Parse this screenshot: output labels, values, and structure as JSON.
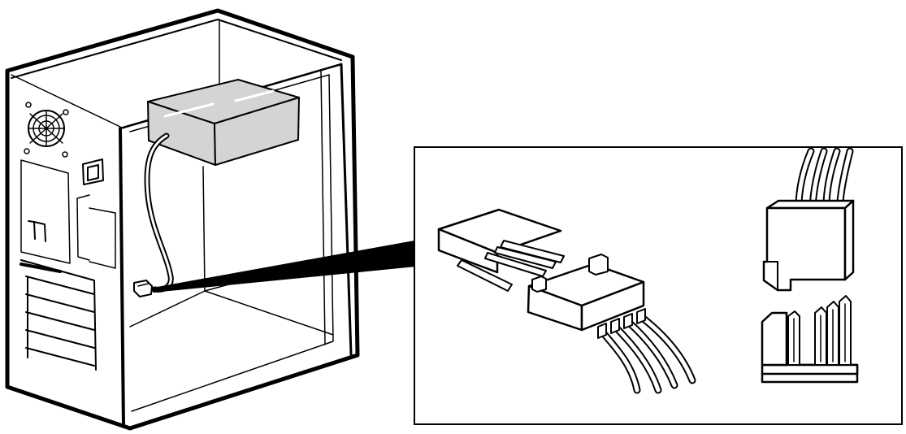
{
  "figure": {
    "subject": "pc-case-with-power-supply-and-fan-header",
    "callout": "inset-detail-of-4-pin-connector",
    "colors": {
      "line": "#000000",
      "background": "#ffffff",
      "power_supply_fill": "#d4d4d4",
      "callout_wedge": "#000000"
    },
    "inset": {
      "left_view": "connector-and-header-perspective",
      "right_view": "connector-above-header-front",
      "pins": 4,
      "wires": 4
    }
  }
}
